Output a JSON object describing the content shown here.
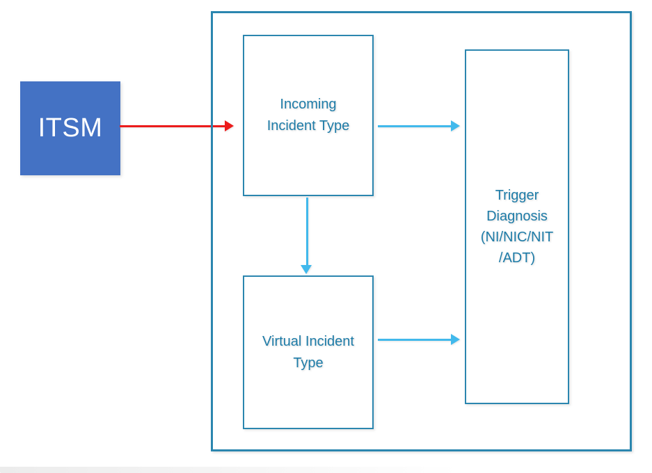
{
  "colors": {
    "canvas-bg": "#FFFFFF",
    "node-border": "#2B86AF",
    "node-text": "#1E7CA8",
    "arrow-blue": "#41B9EC",
    "arrow-red": "#EC1C1C",
    "itsm-fill": "#4472C4",
    "itsm-text": "#FFFFFF"
  },
  "nodes": {
    "itsm": {
      "label": "ITSM"
    },
    "incoming": {
      "label": "Incoming Incident Type",
      "lines": [
        "Incoming",
        "Incident Type"
      ]
    },
    "virtual": {
      "label": "Virtual Incident Type",
      "lines": [
        "Virtual Incident",
        "Type"
      ]
    },
    "trigger": {
      "label": "Trigger Diagnosis (NI/NIC/NIT /ADT)",
      "lines": [
        "Trigger",
        "Diagnosis",
        "(NI/NIC/NIT",
        "/ADT)"
      ]
    }
  },
  "edges": [
    {
      "from": "ITSM",
      "to": "Incoming Incident Type",
      "color": "red"
    },
    {
      "from": "Incoming Incident Type",
      "to": "Trigger Diagnosis (NI/NIC/NIT /ADT)",
      "color": "light-blue"
    },
    {
      "from": "Incoming Incident Type",
      "to": "Virtual Incident Type",
      "color": "light-blue"
    },
    {
      "from": "Virtual Incident Type",
      "to": "Trigger Diagnosis (NI/NIC/NIT /ADT)",
      "color": "light-blue"
    }
  ]
}
